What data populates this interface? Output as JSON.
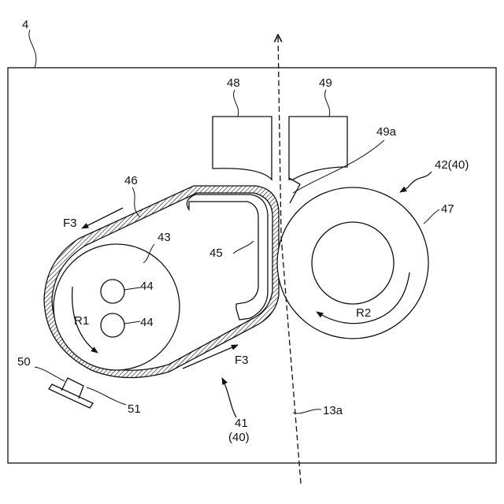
{
  "labels": {
    "frame": "4",
    "unit48": "48",
    "unit49": "49",
    "part49a": "49a",
    "roller42": "42(40)",
    "belt46": "46",
    "roller43": "43",
    "pad45": "45",
    "roller47": "47",
    "heater44a": "44",
    "heater44b": "44",
    "rotR1": "R1",
    "rotR2": "R2",
    "dirF3top": "F3",
    "dirF3bottom": "F3",
    "sensor50": "50",
    "sensor51": "51",
    "unit41": "41",
    "unit41sub": "(40)",
    "path13a": "13a"
  },
  "colors": {
    "line": "#111111",
    "background": "#ffffff"
  }
}
